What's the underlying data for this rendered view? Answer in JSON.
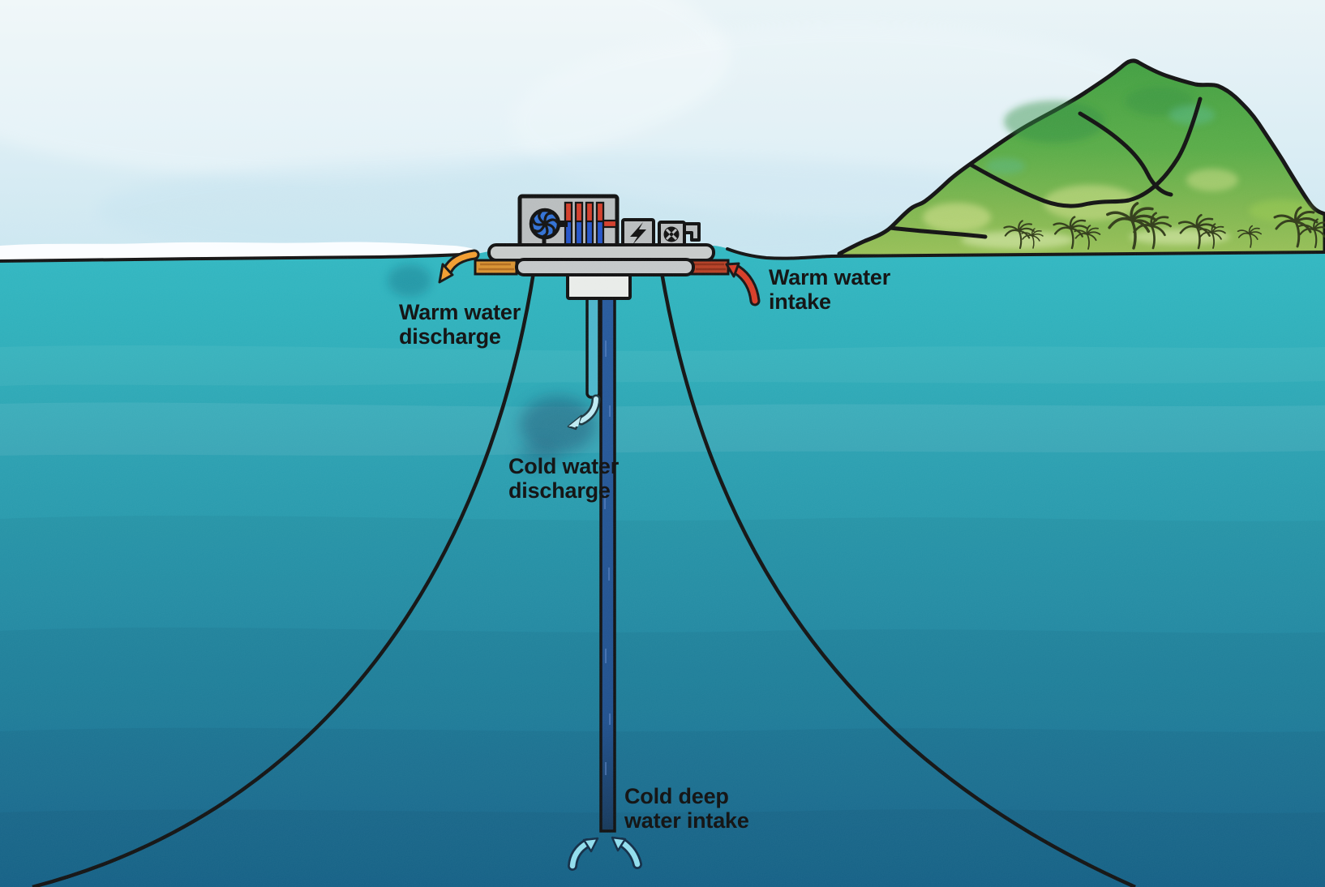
{
  "labels": {
    "warm_discharge": {
      "line1": "Warm water",
      "line2": "discharge"
    },
    "warm_intake": {
      "line1": "Warm water",
      "line2": "intake"
    },
    "cold_discharge": {
      "line1": "Cold water",
      "line2": "discharge"
    },
    "cold_intake": {
      "line1": "Cold deep",
      "line2": "water intake"
    }
  },
  "icons": {
    "turbine": "turbine-icon",
    "generator": "lightning-icon",
    "valve": "valve-wheel-icon",
    "warm_discharge_arrow": "curved-arrow-down-left-icon",
    "warm_intake_arrow": "curved-arrow-up-left-icon",
    "cold_discharge_arrow": "curved-arrow-down-left-icon",
    "cold_intake_arrows": "curved-arrows-up-icon"
  },
  "colors": {
    "sky": "#d9edf4",
    "water_surface": "#2eb7c1",
    "water_deep": "#156f99",
    "foam": "#ffffff",
    "surface_line": "#101010",
    "island_green_dark": "#3f9e3f",
    "island_green_light": "#97bf55",
    "platform_gray": "#c3c7c8",
    "machinery_gray": "#b8bcbd",
    "turbine_blue": "#2e6fd4",
    "hot_pipe_red": "#d23b28",
    "cold_pipe_blue": "#2152c8",
    "warm_discharge_block": "#d8912e",
    "warm_intake_block": "#b63d22",
    "warm_arrow_orange": "#f29b2c",
    "warm_arrow_red": "#d63a24",
    "cold_arrow_cyan": "#8fdcec",
    "cold_discharge_pipe": "#49b4ca",
    "cold_intake_pipe": "#1d4e8c",
    "label_text": "#161616"
  }
}
